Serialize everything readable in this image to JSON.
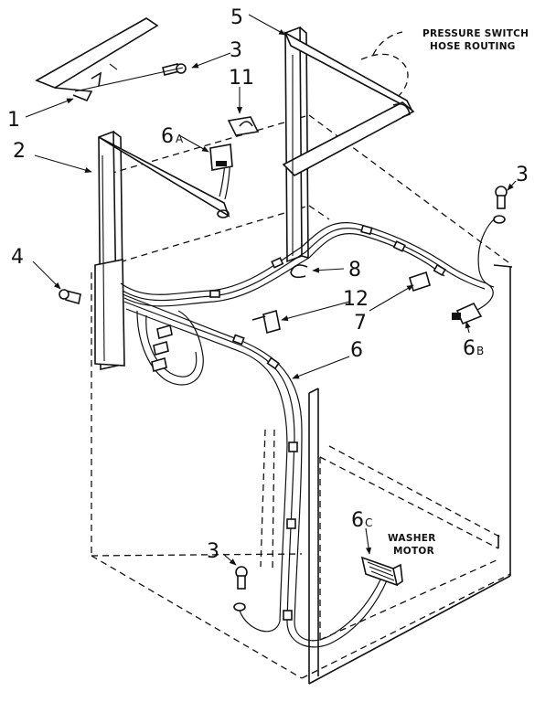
{
  "labels": {
    "l1": "1",
    "l2": "2",
    "l3a": "3",
    "l3b": "3",
    "l3c": "3",
    "l4": "4",
    "l5": "5",
    "l6": "6",
    "l6a": "6",
    "l6a_sub": "A",
    "l6b": "6",
    "l6b_sub": "B",
    "l6c": "6",
    "l6c_sub": "C",
    "l7": "7",
    "l8": "8",
    "l11": "11",
    "l12": "12"
  },
  "captions": {
    "pressure_line1": "PRESSURE SWITCH",
    "pressure_line2": "HOSE ROUTING",
    "washer_line1": "WASHER",
    "washer_line2": "MOTOR"
  }
}
